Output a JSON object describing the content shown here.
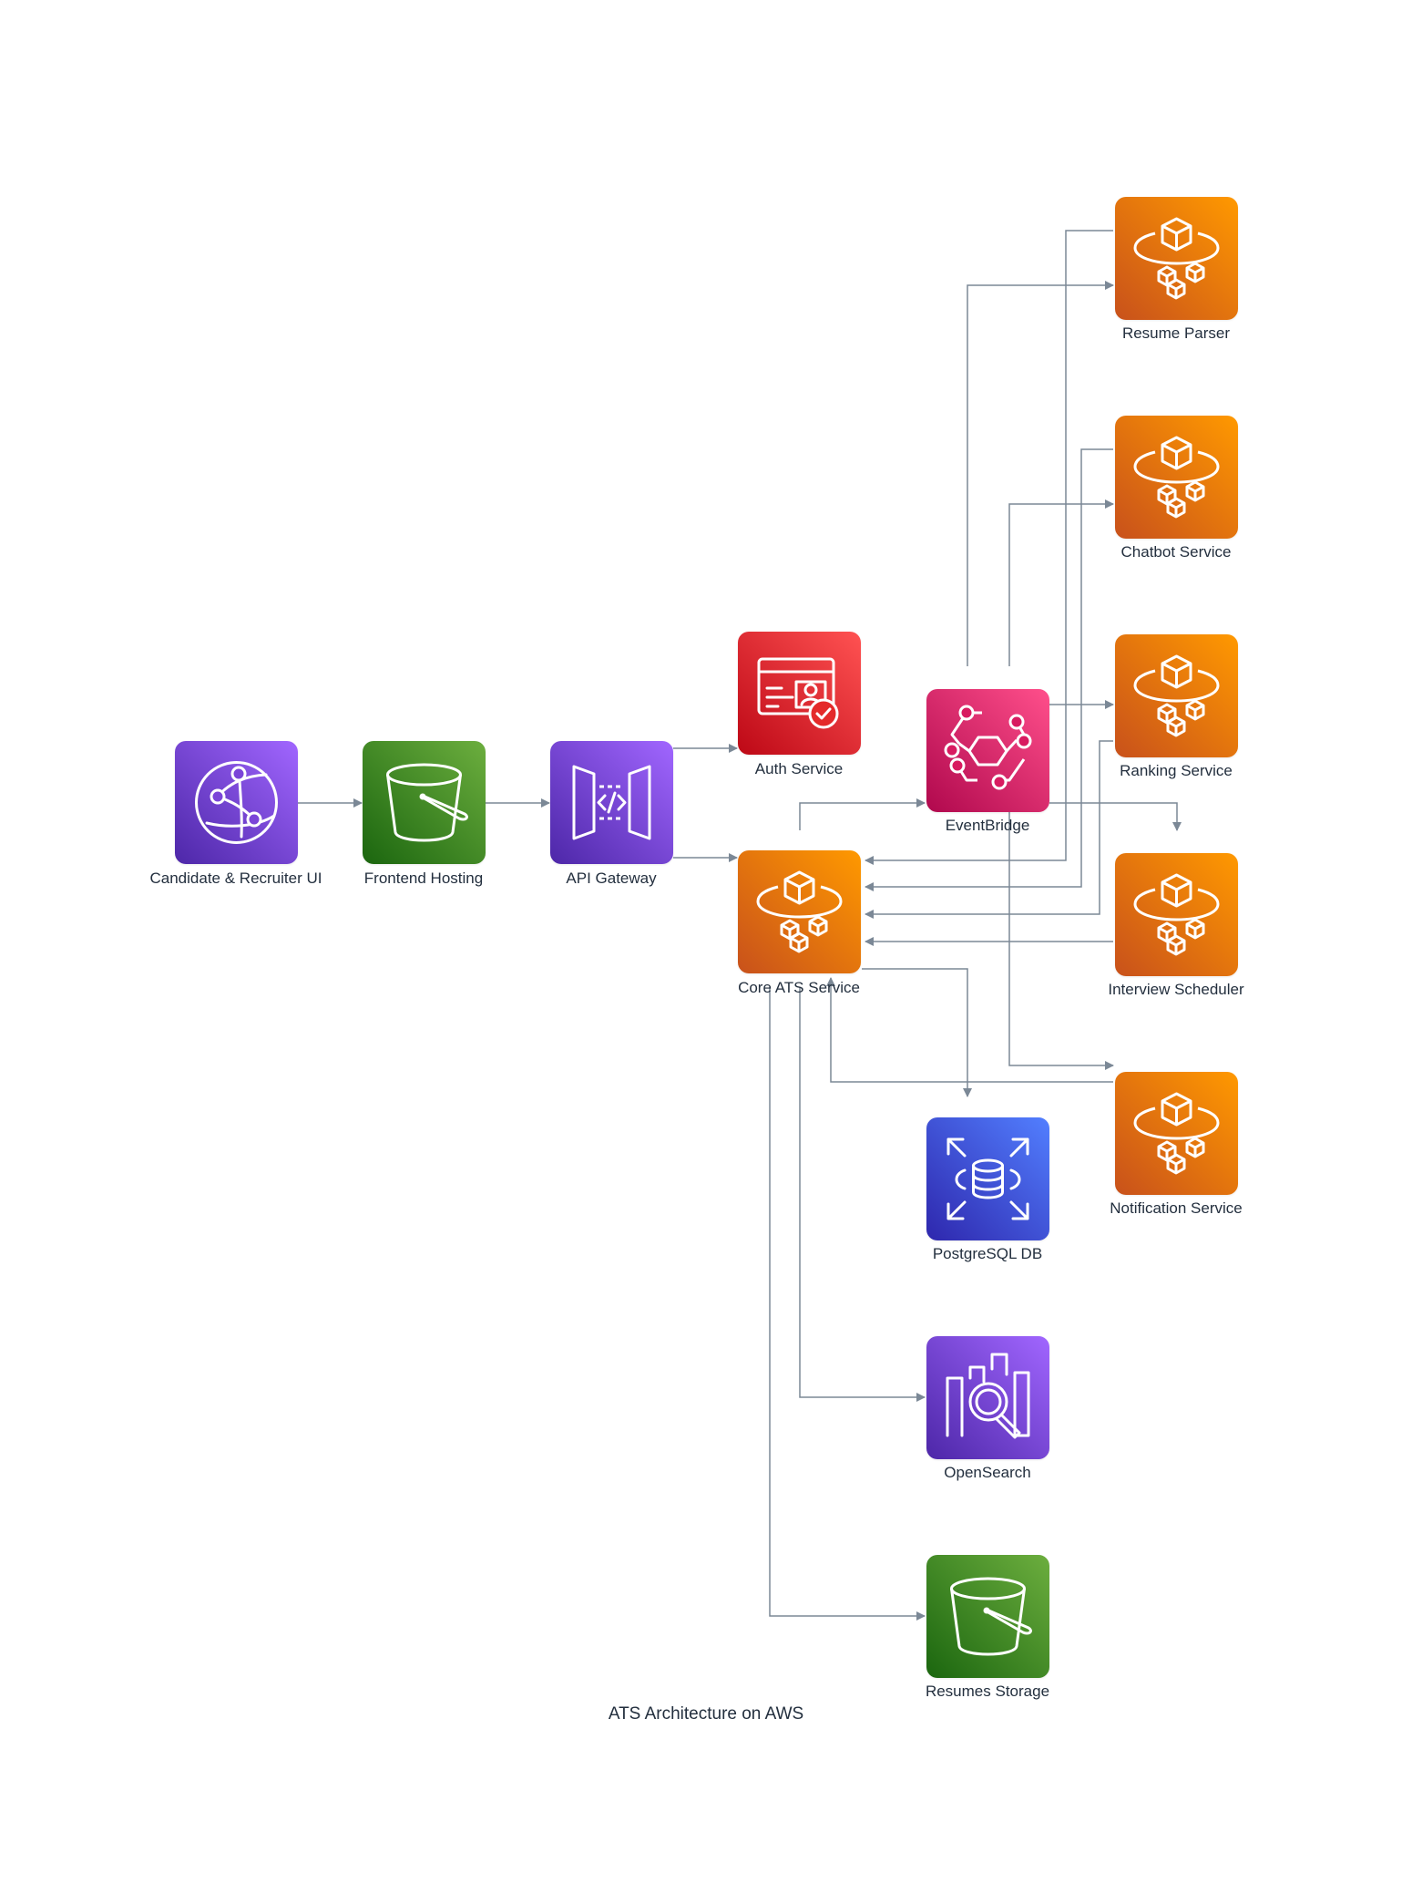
{
  "title": "ATS Architecture on AWS",
  "colors": {
    "edge": "#7b8896",
    "label": "#232f3e",
    "compute": "#ff9900",
    "storage": "#6cae3e",
    "networking": "#a166ff",
    "security": "#ff5252",
    "integration": "#ff4f8b",
    "database": "#527fff"
  },
  "nodes": {
    "ui": {
      "label": "Candidate & Recruiter UI",
      "icon": "cloudfront-icon"
    },
    "frontend": {
      "label": "Frontend Hosting",
      "icon": "s3-bucket-icon"
    },
    "apigw": {
      "label": "API Gateway",
      "icon": "api-gateway-icon"
    },
    "auth": {
      "label": "Auth Service",
      "icon": "identity-card-icon"
    },
    "core": {
      "label": "Core ATS Service",
      "icon": "fargate-icon"
    },
    "eventbridge": {
      "label": "EventBridge",
      "icon": "eventbridge-icon"
    },
    "parser": {
      "label": "Resume Parser",
      "icon": "fargate-icon"
    },
    "chatbot": {
      "label": "Chatbot Service",
      "icon": "fargate-icon"
    },
    "ranking": {
      "label": "Ranking Service",
      "icon": "fargate-icon"
    },
    "scheduler": {
      "label": "Interview Scheduler",
      "icon": "fargate-icon"
    },
    "notification": {
      "label": "Notification Service",
      "icon": "fargate-icon"
    },
    "postgres": {
      "label": "PostgreSQL DB",
      "icon": "rds-icon"
    },
    "opensearch": {
      "label": "OpenSearch",
      "icon": "opensearch-icon"
    },
    "resumes": {
      "label": "Resumes Storage",
      "icon": "s3-bucket-icon"
    }
  },
  "edges": [
    [
      "ui",
      "frontend"
    ],
    [
      "frontend",
      "apigw"
    ],
    [
      "apigw",
      "auth"
    ],
    [
      "apigw",
      "core"
    ],
    [
      "core",
      "eventbridge"
    ],
    [
      "eventbridge",
      "parser"
    ],
    [
      "eventbridge",
      "chatbot"
    ],
    [
      "eventbridge",
      "ranking"
    ],
    [
      "eventbridge",
      "scheduler"
    ],
    [
      "eventbridge",
      "notification"
    ],
    [
      "parser",
      "core"
    ],
    [
      "chatbot",
      "core"
    ],
    [
      "ranking",
      "core"
    ],
    [
      "scheduler",
      "core"
    ],
    [
      "notification",
      "core"
    ],
    [
      "core",
      "postgres"
    ],
    [
      "core",
      "opensearch"
    ],
    [
      "core",
      "resumes"
    ]
  ]
}
